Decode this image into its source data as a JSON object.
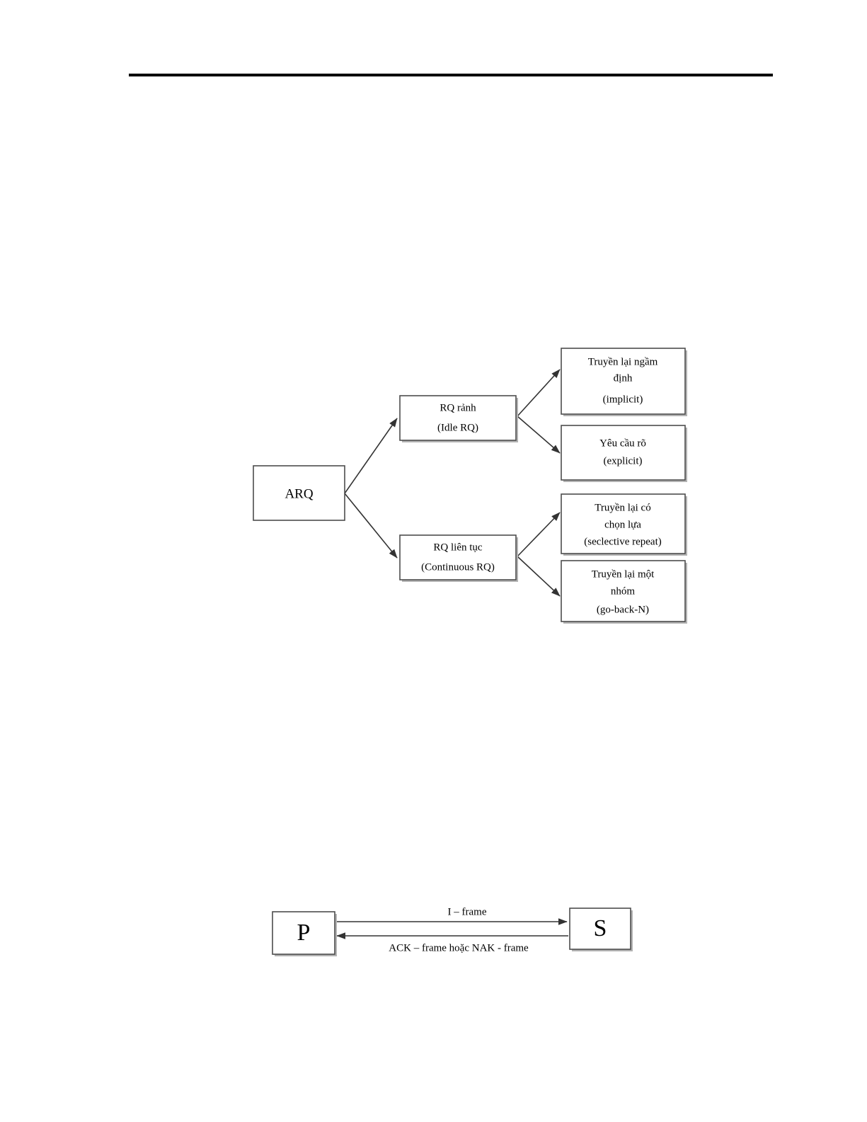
{
  "page": {
    "background_color": "#ffffff",
    "header_rule_color": "#000000"
  },
  "arq_diagram": {
    "name": "arq-classification-tree",
    "root": {
      "line1": "ARQ"
    },
    "branches": [
      {
        "id": "idle-rq",
        "line1": "RQ rảnh",
        "line2": "(Idle RQ)",
        "children": [
          {
            "id": "implicit",
            "line1": "Truyền lại ngầm",
            "line2": "định",
            "line3": "(implicit)"
          },
          {
            "id": "explicit",
            "line1": "Yêu cầu rõ",
            "line2": "(explicit)",
            "line3": ""
          }
        ]
      },
      {
        "id": "continuous-rq",
        "line1": "RQ liên tục",
        "line2": "(Continuous RQ)",
        "children": [
          {
            "id": "selective-repeat",
            "line1": "Truyền lại có",
            "line2": "chọn lựa",
            "line3": "(seclective repeat)"
          },
          {
            "id": "go-back-n",
            "line1": "Truyền lại một",
            "line2": "nhóm",
            "line3": "(go-back-N)"
          }
        ]
      }
    ]
  },
  "ps_diagram": {
    "name": "primary-secondary-frame-exchange",
    "primary_label": "P",
    "secondary_label": "S",
    "forward_label": "I – frame",
    "reverse_label": "ACK – frame hoặc NAK - frame"
  },
  "colors": {
    "box_stroke": "#4d4d4d",
    "box_shadow": "#b3b3b3",
    "connector": "#333333",
    "text": "#000000"
  }
}
